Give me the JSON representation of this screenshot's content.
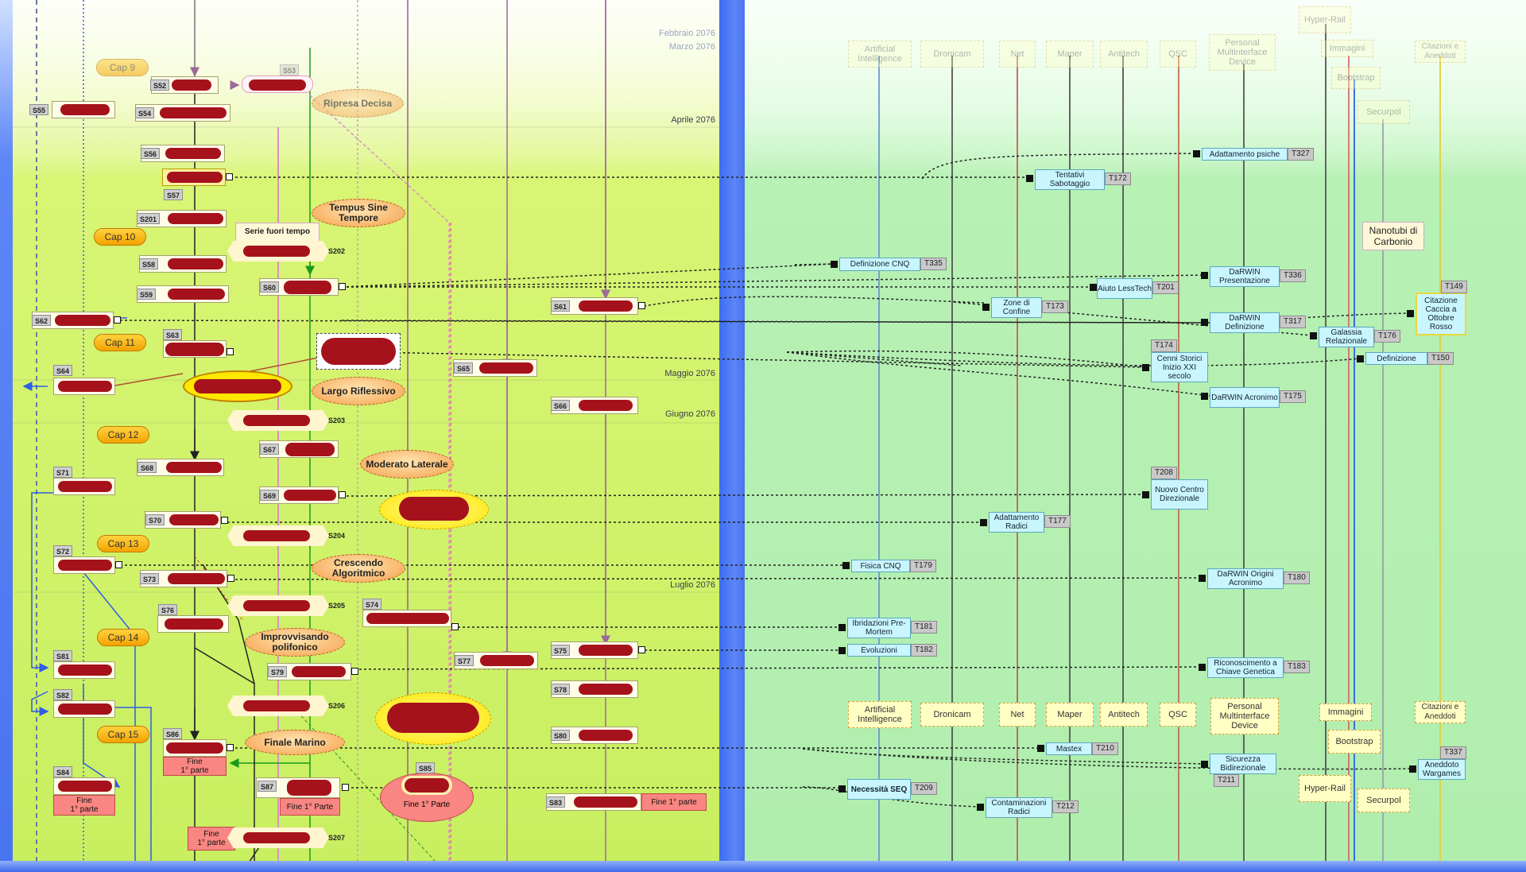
{
  "months": [
    "Febbraio 2076",
    "Marzo 2076",
    "Aprile 2076",
    "Maggio 2076",
    "Giugno 2076",
    "Luglio 2076"
  ],
  "chapters": [
    "Cap 9",
    "Cap 10",
    "Cap 11",
    "Cap 12",
    "Cap 13",
    "Cap 14",
    "Cap 15"
  ],
  "scene_tags": {
    "s52": "S52",
    "s53": "S53",
    "s54": "S54",
    "s55": "S55",
    "s56": "S56",
    "s57": "S57",
    "s58": "S58",
    "s59": "S59",
    "s60": "S60",
    "s61": "S61",
    "s62": "S62",
    "s63": "S63",
    "s64": "S64",
    "s65": "S65",
    "s66": "S66",
    "s67": "S67",
    "s68": "S68",
    "s69": "S69",
    "s70": "S70",
    "s71": "S71",
    "s72": "S72",
    "s73": "S73",
    "s74": "S74",
    "s75": "S75",
    "s76": "S76",
    "s77": "S77",
    "s78": "S78",
    "s79": "S79",
    "s80": "S80",
    "s81": "S81",
    "s82": "S82",
    "s83": "S83",
    "s84": "S84",
    "s85": "S85",
    "s86": "S86",
    "s87": "S87",
    "s201": "S201",
    "s202": "S202",
    "s203": "S203",
    "s204": "S204",
    "s205": "S205",
    "s206": "S206",
    "s207": "S207"
  },
  "moods": {
    "ripresa": "Ripresa Decisa",
    "tempus": "Tempus Sine Tempore",
    "largo": "Largo Riflessivo",
    "moderato": "Moderato Laterale",
    "crescendo": "Crescendo Algoritmico",
    "improvvisando": "Improvvisando polifonico",
    "finale": "Finale Marino"
  },
  "notes": {
    "serie": "Serie fuori tempo",
    "nanotubi": "Nanotubi di Carbonio"
  },
  "endings": {
    "fine_1a": "Fine\n1° parte",
    "fine_1b": "Fine\n1° parte",
    "fine_1c": "Fine 1° Parte",
    "fine_1d": "Fine 1° Parte",
    "fine_1e": "Fine\n1° parte",
    "fine_1f": "Fine 1° parte"
  },
  "lanes": [
    "Artificial Intelligence",
    "Dronicam",
    "Net",
    "Maper",
    "Antitech",
    "QSC",
    "Personal Multinterface Device",
    "Hyper-Rail",
    "Immagini",
    "Bootstrap",
    "Securpol",
    "Citazioni e Aneddoti"
  ],
  "topics": {
    "t327": {
      "label": "Adattamento psiche",
      "tag": "T327"
    },
    "t172": {
      "label": "Tentativi Sabotaggio",
      "tag": "T172"
    },
    "t335": {
      "label": "Definizione CNQ",
      "tag": "T335"
    },
    "t336": {
      "label": "DaRWIN Presentazione",
      "tag": "T336"
    },
    "t201": {
      "label": "Aiuto LessTech",
      "tag": "T201"
    },
    "t149": {
      "label": "Citazione Caccia a Ottobre Rosso",
      "tag": "T149"
    },
    "t173": {
      "label": "Zone di Confine",
      "tag": "T173"
    },
    "t317": {
      "label": "DaRWIN Definizione",
      "tag": "T317"
    },
    "t176": {
      "label": "Galassia Relazionale",
      "tag": "T176"
    },
    "t174": {
      "label": "Cenni Storici Inizio XXI secolo",
      "tag": "T174"
    },
    "t150": {
      "label": "Definizione",
      "tag": "T150"
    },
    "t175": {
      "label": "DaRWIN Acronimo",
      "tag": "T175"
    },
    "t208": {
      "label": "Nuovo Centro Direzionale",
      "tag": "T208"
    },
    "t177": {
      "label": "Adattamento Radici",
      "tag": "T177"
    },
    "t179": {
      "label": "Fisica CNQ",
      "tag": "T179"
    },
    "t180": {
      "label": "DaRWIN Origini Acronimo",
      "tag": "T180"
    },
    "t181": {
      "label": "Ibridazioni Pre-Mortem",
      "tag": "T181"
    },
    "t182": {
      "label": "Evoluzioni",
      "tag": "T182"
    },
    "t183": {
      "label": "Riconoscimento a Chiave Genetica",
      "tag": "T183"
    },
    "t210": {
      "label": "Mastex",
      "tag": "T210"
    },
    "t211": {
      "label": "Sicurezza Bidirezionale",
      "tag": "T211"
    },
    "t337": {
      "label": "Aneddoto Wargames",
      "tag": "T337"
    },
    "t209": {
      "label": "Necessità SEQ",
      "tag": "T209"
    },
    "t212": {
      "label": "Contaminazioni Radici",
      "tag": "T212"
    }
  },
  "colors": {
    "scene_red": "#a6121c",
    "lane_bg": "#b0eeae",
    "timeline_bg": "#c8ef60",
    "divider": "#4872ef"
  }
}
